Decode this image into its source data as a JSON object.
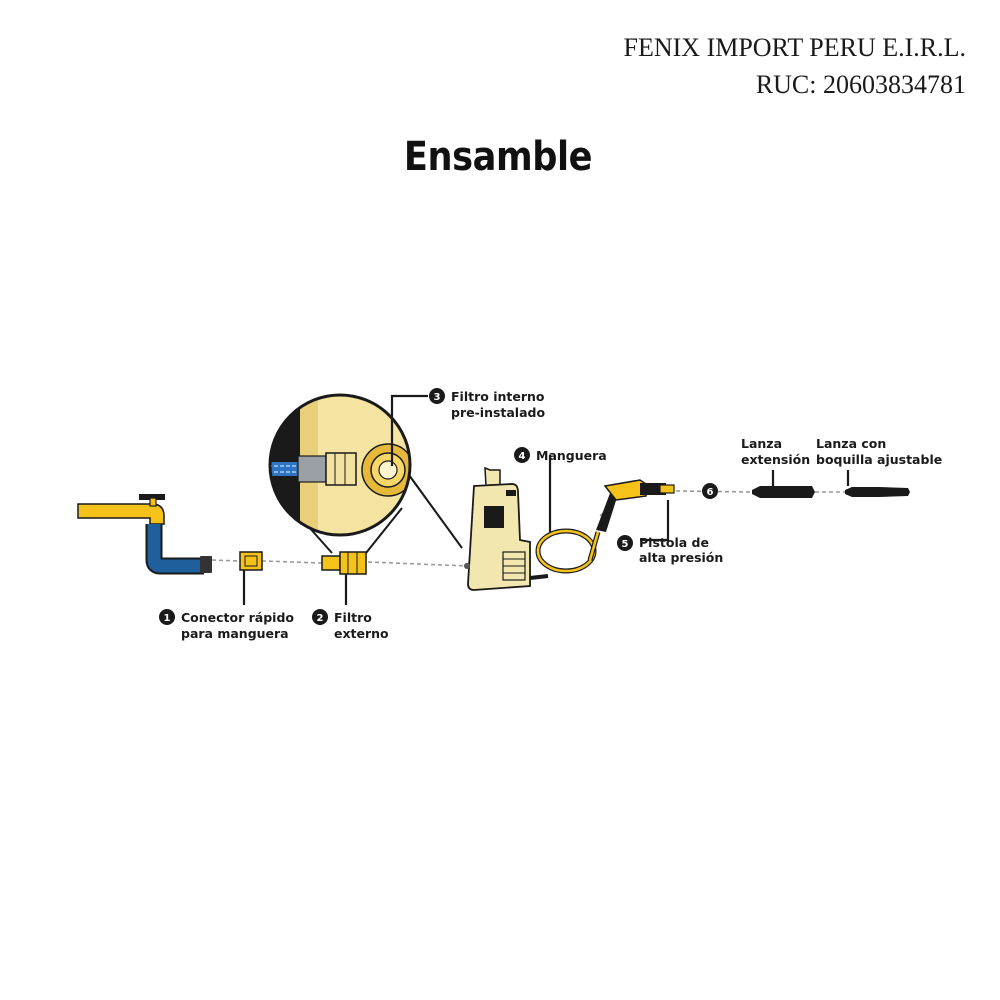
{
  "header": {
    "company_name": "FENIX IMPORT PERU E.I.R.L.",
    "ruc": "RUC: 20603834781"
  },
  "title": "Ensamble",
  "colors": {
    "yellow_part": "#f5c21a",
    "body_cream": "#f3e7b0",
    "hose_blue": "#1f5f9c",
    "outline": "#1a1a1a",
    "dash_line": "#9a9a9a"
  },
  "steps": [
    {
      "number": "1",
      "line1": "Conector rápido",
      "line2": "para manguera"
    },
    {
      "number": "2",
      "line1": "Filtro",
      "line2": "externo"
    },
    {
      "number": "3",
      "line1": "Filtro interno",
      "line2": "pre-instalado"
    },
    {
      "number": "4",
      "line1": "Manguera",
      "line2": ""
    },
    {
      "number": "5",
      "line1": "Pistola de",
      "line2": "alta presión"
    },
    {
      "number": "6",
      "line1": "",
      "line2": ""
    }
  ],
  "extension_labels": [
    {
      "line1": "Lanza",
      "line2": "extensión"
    },
    {
      "line1": "Lanza con",
      "line2": "boquilla ajustable"
    }
  ]
}
